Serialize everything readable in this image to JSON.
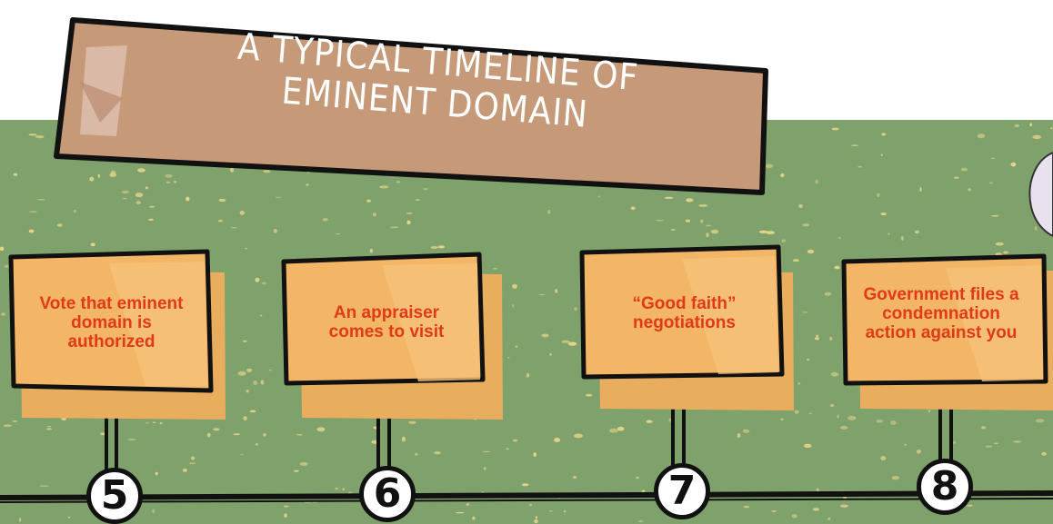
{
  "title": {
    "line1": "A TYPICAL TIMELINE OF",
    "line2": "EMINENT DOMAIN"
  },
  "steps": [
    {
      "number": "5",
      "text": "Vote that eminent domain is authorized"
    },
    {
      "number": "6",
      "text": "An appraiser comes to visit"
    },
    {
      "number": "7",
      "text": "“Good faith” negotiations"
    },
    {
      "number": "8",
      "text": "Government files a condemnation action against you"
    }
  ],
  "colors": {
    "field": "#7fa26c",
    "speckle": "#e7d488",
    "banner": "#c79a78",
    "card": "#f3b566",
    "card_text": "#e03a18",
    "outline": "#111111"
  }
}
